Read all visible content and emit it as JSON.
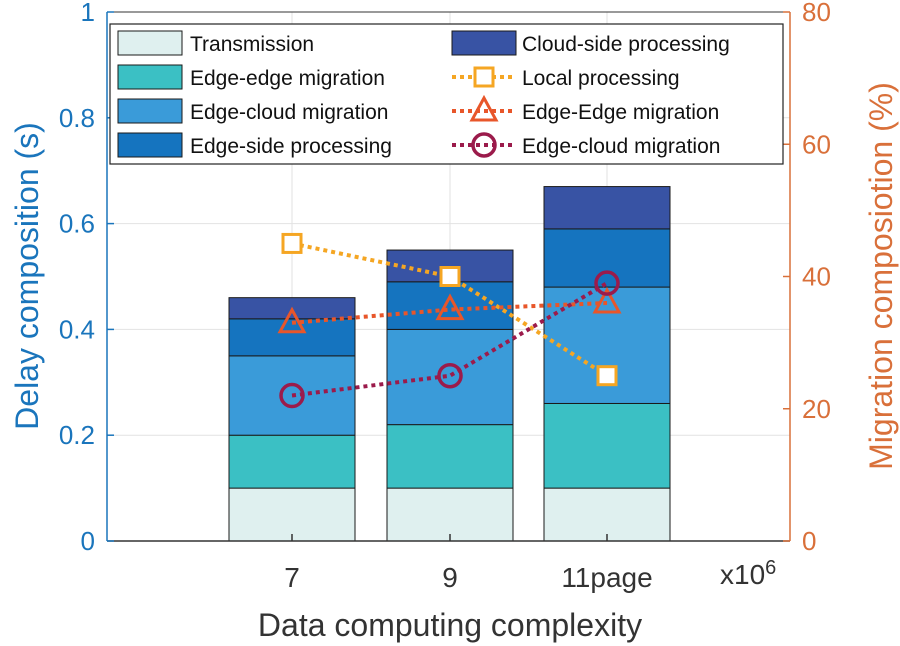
{
  "chart_data": {
    "type": "bar",
    "categories": [
      "7",
      "9",
      "11page"
    ],
    "x_multiplier": "x10",
    "x_multiplier_exp": "6",
    "xlabel": "Data computing complexity",
    "ylabel": "Delay composition (s)",
    "ylabel_right": "Migration composiotion (%)",
    "ylim": [
      0,
      1
    ],
    "ylim_right": [
      0,
      80
    ],
    "yticks": [
      "0",
      "0.2",
      "0.4",
      "0.6",
      "0.8",
      "1"
    ],
    "yticks_right": [
      "0",
      "20",
      "40",
      "60",
      "80"
    ],
    "grid": true,
    "legend_position": "top",
    "stacked_series": [
      {
        "name": "Transmission",
        "values": [
          0.1,
          0.1,
          0.1
        ],
        "color": "#dff0ef"
      },
      {
        "name": "Edge-edge migration",
        "values": [
          0.1,
          0.12,
          0.16
        ],
        "color": "#3bc0c4"
      },
      {
        "name": "Edge-cloud migration",
        "values": [
          0.15,
          0.18,
          0.22
        ],
        "color": "#3a9bd9"
      },
      {
        "name": "Edge-side processing",
        "values": [
          0.07,
          0.09,
          0.11
        ],
        "color": "#1574bf"
      },
      {
        "name": "Cloud-side processing",
        "values": [
          0.04,
          0.06,
          0.08
        ],
        "color": "#3853a4"
      }
    ],
    "line_series": [
      {
        "name": "Local processing",
        "values": [
          45,
          40,
          25
        ],
        "color": "#f5a623",
        "marker": "square"
      },
      {
        "name": "Edge-Edge migration",
        "values": [
          33,
          35,
          36
        ],
        "color": "#e8562a",
        "marker": "triangle"
      },
      {
        "name": "Edge-cloud migration",
        "values": [
          22,
          25,
          39
        ],
        "color": "#9b1b4b",
        "marker": "circle"
      }
    ],
    "colors": {
      "left_axis": "#1a75bc",
      "right_axis": "#d9703a",
      "grid": "#e2e2e2",
      "x_text": "#333333"
    }
  }
}
